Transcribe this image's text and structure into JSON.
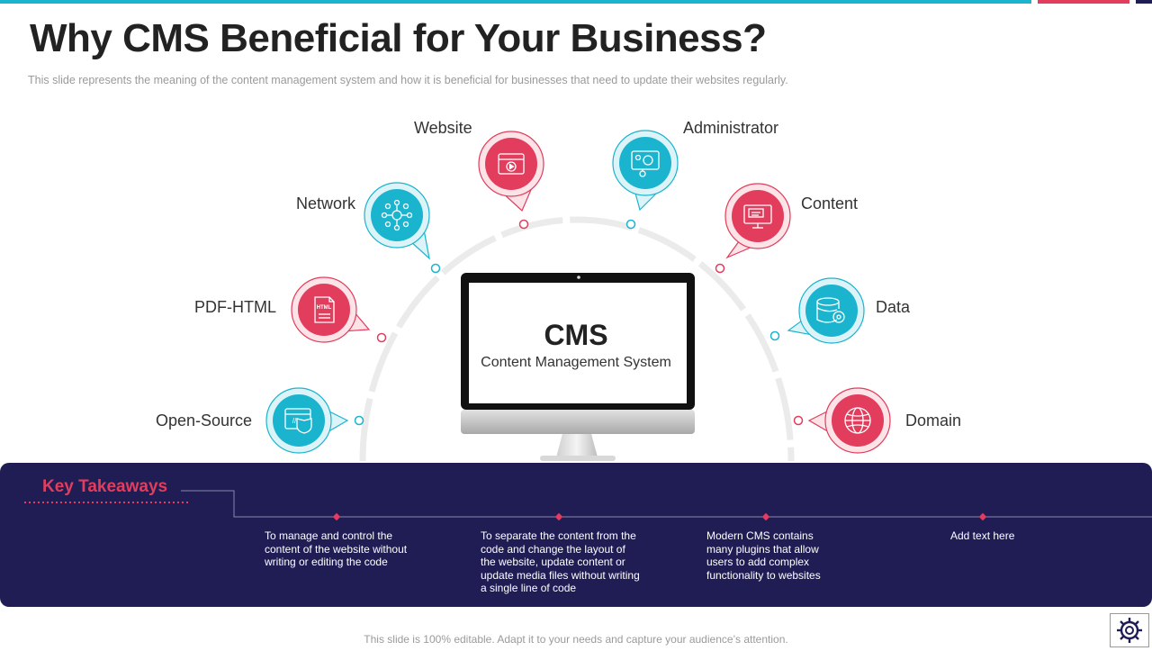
{
  "slide": {
    "title": "Why CMS Beneficial for Your Business?",
    "subtitle": "This slide represents the meaning of the content management system and how it is beneficial for businesses that need to update their websites regularly.",
    "footer": "This slide is 100% editable. Adapt it to your needs and capture your audience’s attention."
  },
  "center": {
    "title": "CMS",
    "subtitle": "Content Management System"
  },
  "nodes": [
    {
      "label": "Website",
      "color": "#e23d5c",
      "icon": "video-browser-icon"
    },
    {
      "label": "Administrator",
      "color": "#1ab4cf",
      "icon": "admin-settings-icon"
    },
    {
      "label": "Network",
      "color": "#1ab4cf",
      "icon": "network-icon"
    },
    {
      "label": "Content",
      "color": "#e23d5c",
      "icon": "content-screen-icon"
    },
    {
      "label": "PDF-HTML",
      "color": "#e23d5c",
      "icon": "html-file-icon"
    },
    {
      "label": "Data",
      "color": "#1ab4cf",
      "icon": "database-gear-icon"
    },
    {
      "label": "Open-Source",
      "color": "#1ab4cf",
      "icon": "code-shield-icon"
    },
    {
      "label": "Domain",
      "color": "#e23d5c",
      "icon": "globe-icon"
    }
  ],
  "takeaways": {
    "title": "Key Takeaways",
    "items": [
      "To manage and control the content of the website without writing or editing the code",
      "To separate the content from the code and change the layout of the website, update content or update media files without writing a single line of code",
      "Modern CMS contains many plugins that allow users to add complex functionality to websites",
      "Add text here"
    ]
  },
  "colors": {
    "red": "#e23d5c",
    "teal": "#1ab4cf",
    "navy": "#201d55"
  }
}
